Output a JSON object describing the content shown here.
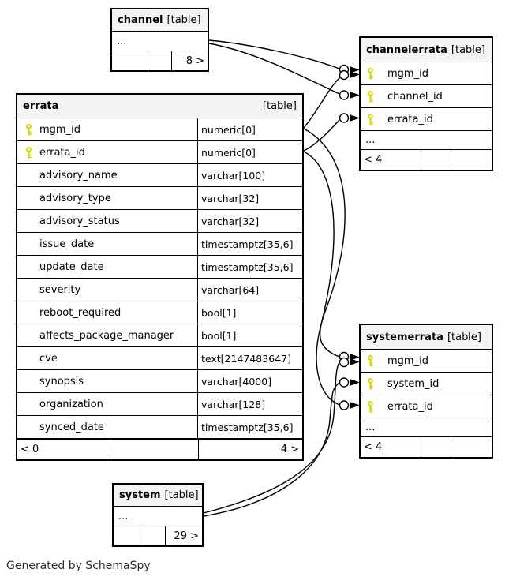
{
  "diagram_title": "SchemaSpy relationships diagram",
  "credit": "Generated by SchemaSpy",
  "colors": {
    "key_icon": "#d6d600",
    "header_bg": "#f4f4f4",
    "line": "#000000",
    "background": "#ffffff"
  },
  "tables": {
    "channel": {
      "name": "channel",
      "kind": "[table]",
      "more_columns": "...",
      "footer_cells": [
        "",
        "",
        "8 >"
      ]
    },
    "channelerrata": {
      "name": "channelerrata",
      "kind": "[table]",
      "columns": [
        {
          "name": "mgm_id",
          "key": true
        },
        {
          "name": "channel_id",
          "key": true
        },
        {
          "name": "errata_id",
          "key": true
        }
      ],
      "more_columns": "...",
      "footer_cells": [
        "< 4",
        "",
        ""
      ]
    },
    "errata": {
      "name": "errata",
      "kind": "[table]",
      "columns": [
        {
          "name": "mgm_id",
          "type": "numeric[0]",
          "key": true
        },
        {
          "name": "errata_id",
          "type": "numeric[0]",
          "key": true
        },
        {
          "name": "advisory_name",
          "type": "varchar[100]",
          "key": false
        },
        {
          "name": "advisory_type",
          "type": "varchar[32]",
          "key": false
        },
        {
          "name": "advisory_status",
          "type": "varchar[32]",
          "key": false
        },
        {
          "name": "issue_date",
          "type": "timestamptz[35,6]",
          "key": false
        },
        {
          "name": "update_date",
          "type": "timestamptz[35,6]",
          "key": false
        },
        {
          "name": "severity",
          "type": "varchar[64]",
          "key": false
        },
        {
          "name": "reboot_required",
          "type": "bool[1]",
          "key": false
        },
        {
          "name": "affects_package_manager",
          "type": "bool[1]",
          "key": false
        },
        {
          "name": "cve",
          "type": "text[2147483647]",
          "key": false
        },
        {
          "name": "synopsis",
          "type": "varchar[4000]",
          "key": false
        },
        {
          "name": "organization",
          "type": "varchar[128]",
          "key": false
        },
        {
          "name": "synced_date",
          "type": "timestamptz[35,6]",
          "key": false
        }
      ],
      "footer_cells": [
        "< 0",
        "",
        "4 >"
      ]
    },
    "systemerrata": {
      "name": "systemerrata",
      "kind": "[table]",
      "columns": [
        {
          "name": "mgm_id",
          "key": true
        },
        {
          "name": "system_id",
          "key": true
        },
        {
          "name": "errata_id",
          "key": true
        }
      ],
      "more_columns": "...",
      "footer_cells": [
        "< 4",
        "",
        ""
      ]
    },
    "system": {
      "name": "system",
      "kind": "[table]",
      "more_columns": "...",
      "footer_cells": [
        "",
        "",
        "29 >"
      ]
    }
  },
  "relationships": [
    {
      "from": "channel",
      "to": "channelerrata.mgm_id"
    },
    {
      "from": "channel",
      "to": "channelerrata.channel_id"
    },
    {
      "from": "errata.mgm_id",
      "to": "channelerrata.mgm_id"
    },
    {
      "from": "errata.errata_id",
      "to": "channelerrata.errata_id"
    },
    {
      "from": "errata.mgm_id",
      "to": "systemerrata.mgm_id"
    },
    {
      "from": "errata.errata_id",
      "to": "systemerrata.errata_id"
    },
    {
      "from": "system",
      "to": "systemerrata.mgm_id"
    },
    {
      "from": "system",
      "to": "systemerrata.system_id"
    }
  ]
}
